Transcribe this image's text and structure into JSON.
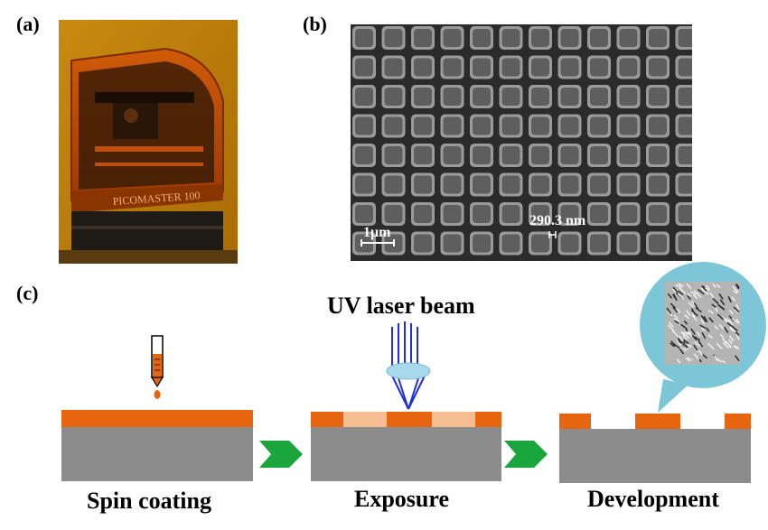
{
  "panels": {
    "a": {
      "label": "(a)",
      "machine_text": "PICOMASTER 100"
    },
    "b": {
      "label": "(b)",
      "scale_bar": "1μm",
      "measurement": "290.3 nm"
    },
    "c": {
      "label": "(c)",
      "beam_label": "UV laser beam",
      "stages": [
        "Spin coating",
        "Exposure",
        "Development"
      ]
    }
  },
  "colors": {
    "resist": "#e8650f",
    "exposed_resist": "#f6bd92",
    "substrate": "#8c8c8c",
    "arrow": "#1aa63c",
    "beam": "#1f2fe0",
    "lens": "#a8d8ec",
    "bubble": "#7cc6d8"
  }
}
